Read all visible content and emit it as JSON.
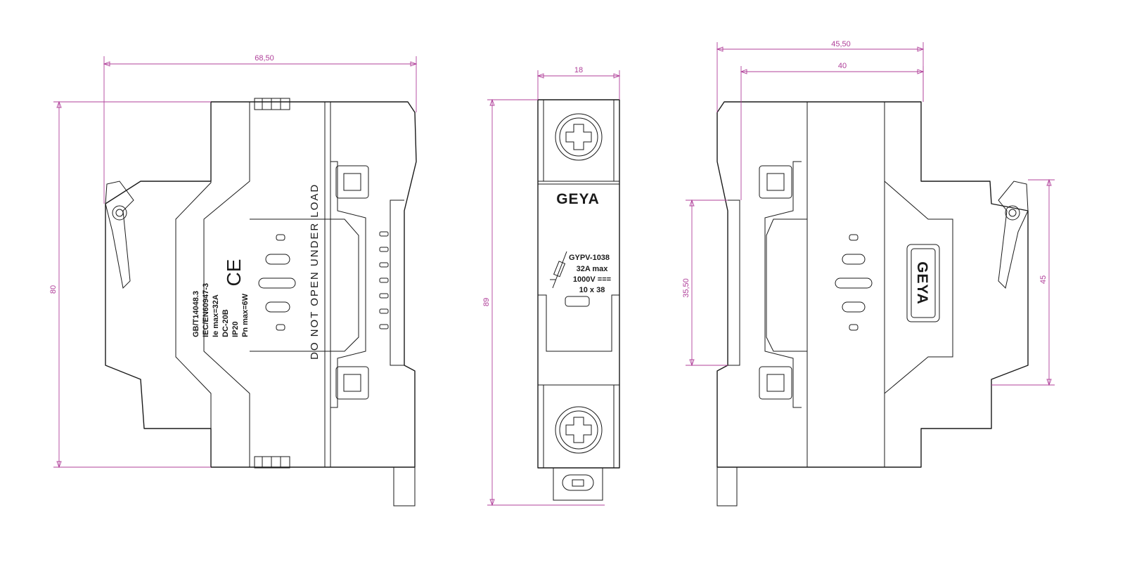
{
  "views": {
    "left": {
      "dims": {
        "width": "68,50",
        "height": "80"
      },
      "label_lines": [
        "GB/T14048.3",
        "IEC/EN60947-3",
        "Ie max=32A",
        "DC-20B",
        "IP20",
        "Pn max=6W"
      ],
      "warning": "DO NOT OPEN UNDER LOAD",
      "ce_mark": "CE"
    },
    "front": {
      "dims": {
        "width": "18",
        "height": "89"
      },
      "brand": "GEYA",
      "model": "GYPV-1038",
      "rating_lines": [
        "32A max",
        "1000V ===",
        "10 x 38"
      ]
    },
    "right": {
      "dims": {
        "width_outer": "45,50",
        "width_inner": "40",
        "height_rail": "35,50",
        "height_body": "45"
      },
      "brand": "GEYA"
    }
  }
}
